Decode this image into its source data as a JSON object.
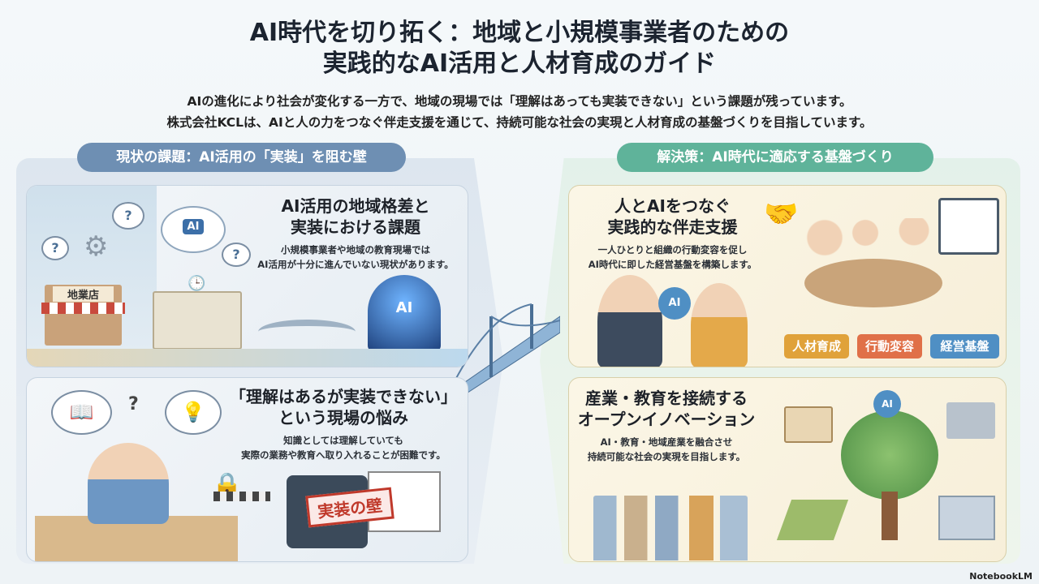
{
  "title": {
    "line1": "AI時代を切り拓く：地域と小規模事業者のための",
    "line2": "実践的なAI活用と人材育成のガイド"
  },
  "subtitle": {
    "line1": "AIの進化により社会が変化する一方で、地域の現場では「理解はあっても実装できない」という課題が残っています。",
    "line2": "株式会社KCLは、AIと人の力をつなぐ伴走支援を通じて、持続可能な社会の実現と人材育成の基盤づくりを目指しています。"
  },
  "left": {
    "header": "現状の課題：AI活用の「実装」を阻む壁",
    "card1": {
      "title1": "AI活用の地域格差と",
      "title2": "実装における課題",
      "desc1": "小規模事業者や地域の教育現場では",
      "desc2": "AI活用が十分に進んでいない現状があります。",
      "shop_sign": "地業店",
      "ai_label": "AI",
      "ai_label2": "AI"
    },
    "card2": {
      "title1": "「理解はあるが実装できない」",
      "title2": "という現場の悩み",
      "desc1": "知識としては理解していても",
      "desc2": "実際の業務や教育へ取り入れることが困難です。",
      "wall_label": "実装の壁"
    }
  },
  "right": {
    "header": "解決策：AI時代に適応する基盤づくり",
    "card1": {
      "title1": "人とAIをつなぐ",
      "title2": "実践的な伴走支援",
      "desc1": "一人ひとりと組織の行動変容を促し",
      "desc2": "AI時代に即した経営基盤を構築します。",
      "ai_label": "AI",
      "tags": [
        "人材育成",
        "行動変容",
        "経営基盤"
      ],
      "tag_colors": [
        "#e0a23a",
        "#e07048",
        "#4f8fc4"
      ]
    },
    "card2": {
      "title1": "産業・教育を接続する",
      "title2": "オープンイノベーション",
      "desc1": "AI・教育・地域産業を融合させ",
      "desc2": "持続可能な社会の実現を目指します。",
      "ai_label": "AI"
    }
  },
  "brand": "NotebookLM"
}
